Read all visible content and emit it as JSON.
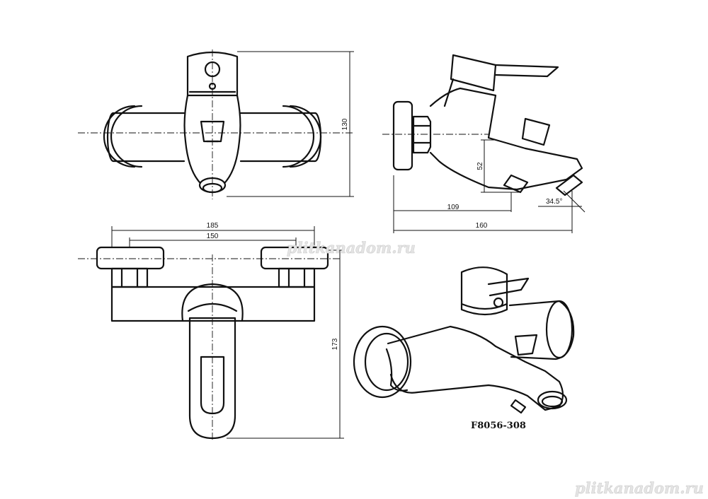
{
  "drawing": {
    "model_code": "F8056-308",
    "watermarks": [
      "plitkanadom.ru",
      "plitkanadom.ru"
    ],
    "front_view": {
      "height_label": "130"
    },
    "side_view": {
      "spout_height_label": "52",
      "inlet_offset_label": "109",
      "total_depth_label": "160",
      "angle_label": "34.5°"
    },
    "top_view": {
      "overall_width_label": "185",
      "center_distance_label": "150",
      "depth_label": "173"
    }
  },
  "colors": {
    "line": "#111111",
    "background": "#ffffff",
    "watermark": "#e4e4e4"
  }
}
